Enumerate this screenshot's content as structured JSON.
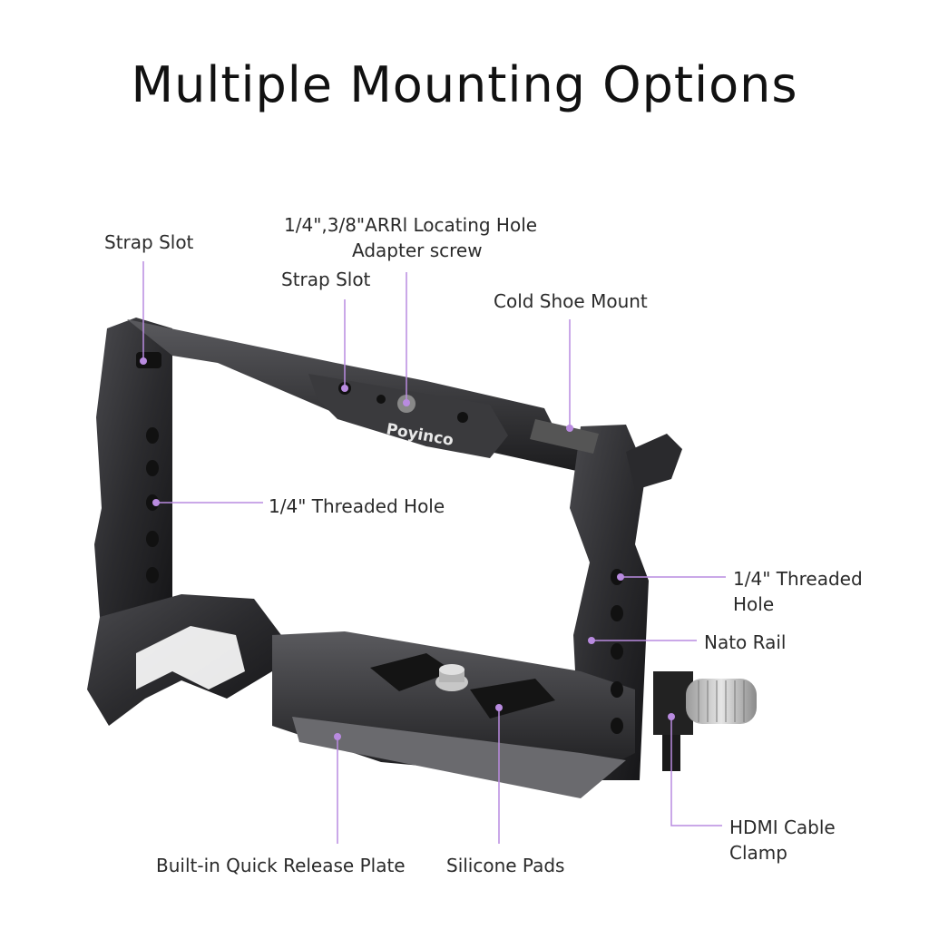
{
  "title": "Multiple Mounting Options",
  "brand_logo": "Poyinco",
  "accent_color": "#b98be0",
  "labels": {
    "strap_slot_left": "Strap Slot",
    "arri_line1": "1/4\",3/8\"ARRl Locating Hole",
    "arri_line2": "Adapter screw",
    "strap_slot_top": "Strap Slot",
    "cold_shoe": "Cold Shoe Mount",
    "threaded_hole_left": "1/4\" Threaded Hole",
    "threaded_hole_right_line1": "1/4\" Threaded",
    "threaded_hole_right_line2": "Hole",
    "nato_rail": "Nato Rail",
    "hdmi_line1": "HDMI Cable",
    "hdmi_line2": "Clamp",
    "quick_release": "Built-in Quick Release Plate",
    "silicone_pads": "Silicone Pads"
  }
}
